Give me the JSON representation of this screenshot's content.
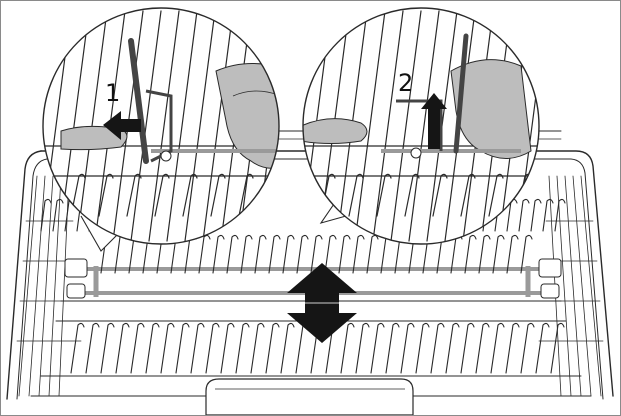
{
  "illustration": {
    "steps": [
      {
        "number": "1",
        "action": "push-left"
      },
      {
        "number": "2",
        "action": "lift-up"
      }
    ],
    "colors": {
      "line": "#2a2a2a",
      "rack_wire": "#555555",
      "highlight_band": "#9a9a9a",
      "hand_fill": "#bdbdbd",
      "hand_fill_dark": "#9e9e9e",
      "arrow": "#151515",
      "background": "#ffffff",
      "frame": "#8a8a8a"
    },
    "icons": [
      "left-arrow-icon",
      "up-arrow-icon",
      "up-down-arrow-icon"
    ]
  }
}
